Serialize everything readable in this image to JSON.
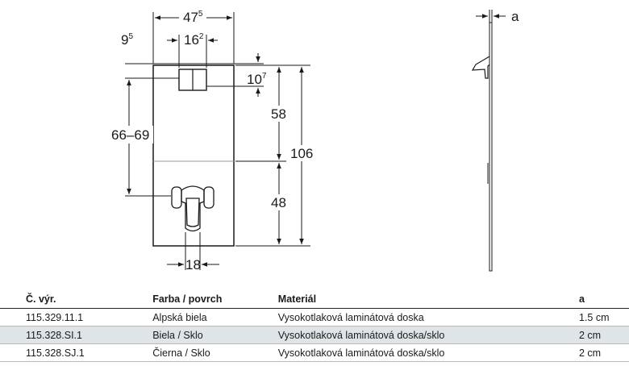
{
  "dimensions": {
    "width_total": "47",
    "width_total_sup": "5",
    "offset_left": "9",
    "offset_left_sup": "5",
    "button_width": "16",
    "button_width_sup": "2",
    "button_top": "10",
    "button_top_sup": "7",
    "bracket_height": "66–69",
    "upper_height": "58",
    "total_height": "106",
    "lower_height": "48",
    "bottom_width": "18",
    "thickness_label": "a"
  },
  "table": {
    "headers": [
      "Č. výr.",
      "Farba / povrch",
      "Materiál",
      "a"
    ],
    "rows": [
      [
        "115.329.11.1",
        "Alpská biela",
        "Vysokotlaková laminátová doska",
        "1.5 cm"
      ],
      [
        "115.328.SI.1",
        "Biela / Sklo",
        "Vysokotlaková laminátová doska/sklo",
        "2 cm"
      ],
      [
        "115.328.SJ.1",
        "Čierna / Sklo",
        "Vysokotlaková laminátová doska/sklo",
        "2 cm"
      ]
    ],
    "shaded_row": 1
  }
}
